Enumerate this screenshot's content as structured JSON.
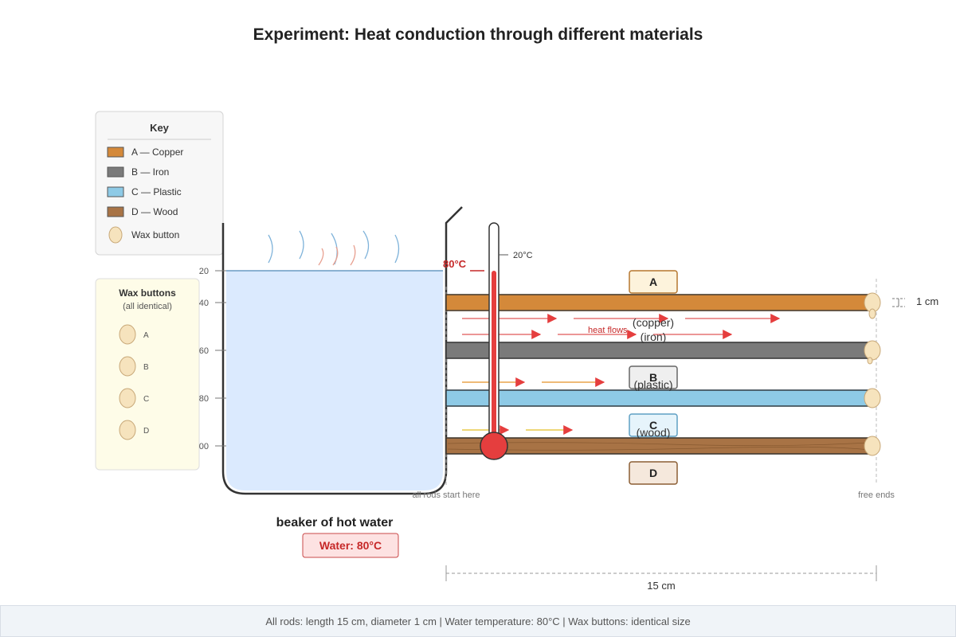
{
  "title": "Experiment: Heat conduction through different materials",
  "key": {
    "title": "Key",
    "items": [
      {
        "label": "A — Copper",
        "color": "#d4893a"
      },
      {
        "label": "B — Iron",
        "color": "#7a7a7a"
      },
      {
        "label": "C — Plastic",
        "color": "#8ecae6"
      },
      {
        "label": "D — Wood",
        "color": "#a87345"
      },
      {
        "label": "Wax button",
        "color": "#f6e3bd"
      }
    ]
  },
  "wax_panel": {
    "title": "Wax buttons",
    "subtitle": "(all identical)",
    "labels": [
      "A",
      "B",
      "C",
      "D"
    ]
  },
  "beaker": {
    "scale_labels": [
      "20",
      "40",
      "60",
      "80",
      "00"
    ],
    "label": "beaker of hot water",
    "water_badge": "Water: 80°C",
    "water_color": "#dbeafe"
  },
  "thermometer": {
    "top_label": "20°C",
    "reading": "80°C"
  },
  "rods": [
    {
      "letter": "A",
      "material": "(copper)",
      "color": "#d4893a",
      "border": "#b5772f"
    },
    {
      "letter": "B",
      "material": "(iron)",
      "color": "#7a7a7a",
      "border": "#666666"
    },
    {
      "letter": "C",
      "material": "(plastic)",
      "color": "#8ecae6",
      "border": "#5fa0c4"
    },
    {
      "letter": "D",
      "material": "(wood)",
      "color": "#a87345",
      "border": "#8b5e34"
    }
  ],
  "heat_flow_label": "heat flows",
  "start_label": "all rods start here",
  "end_label": "free ends",
  "diameter_label": "1 cm",
  "length_label": "15 cm",
  "footer": "All rods: length 15 cm, diameter 1 cm | Water temperature: 80°C | Wax buttons: identical size"
}
